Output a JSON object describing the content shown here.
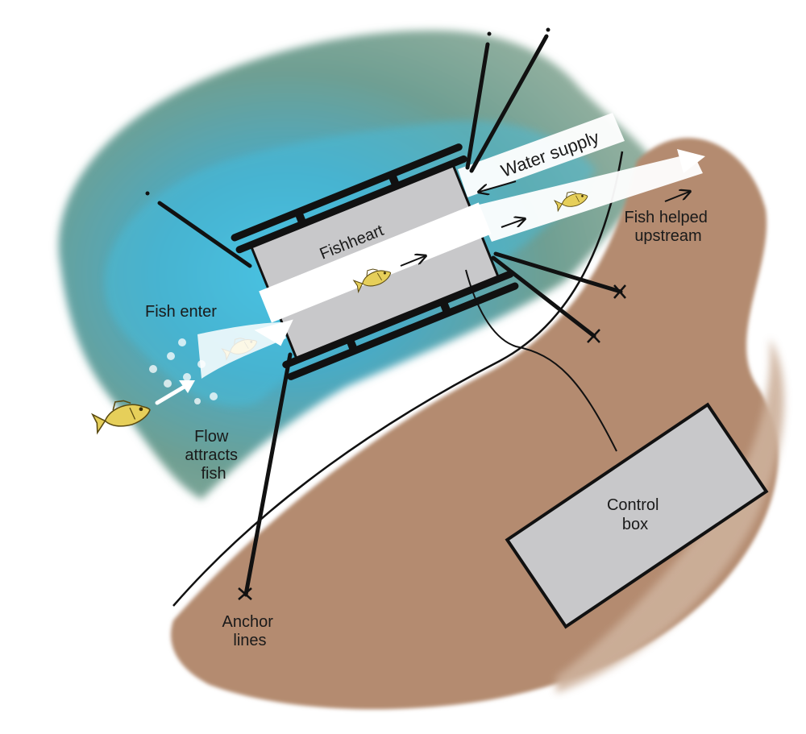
{
  "labels": {
    "fishheart": "Fishheart",
    "water_supply": "Water supply",
    "fish_enter": "Fish enter",
    "flow_attracts": [
      "Flow",
      "attracts",
      "fish"
    ],
    "fish_helped": [
      "Fish helped",
      "upstream"
    ],
    "control_box": [
      "Control",
      "box"
    ],
    "anchor_lines": [
      "Anchor",
      "lines"
    ]
  },
  "colors": {
    "water_deep": "#4bb4d2",
    "water_shallow": "#7aa394",
    "bank": "#b48b70",
    "bank_light": "#cdb19b",
    "device_body": "#c8c8ca",
    "control_box": "#c8c8ca",
    "fish": "#e6cf5a",
    "outline": "#111111"
  }
}
